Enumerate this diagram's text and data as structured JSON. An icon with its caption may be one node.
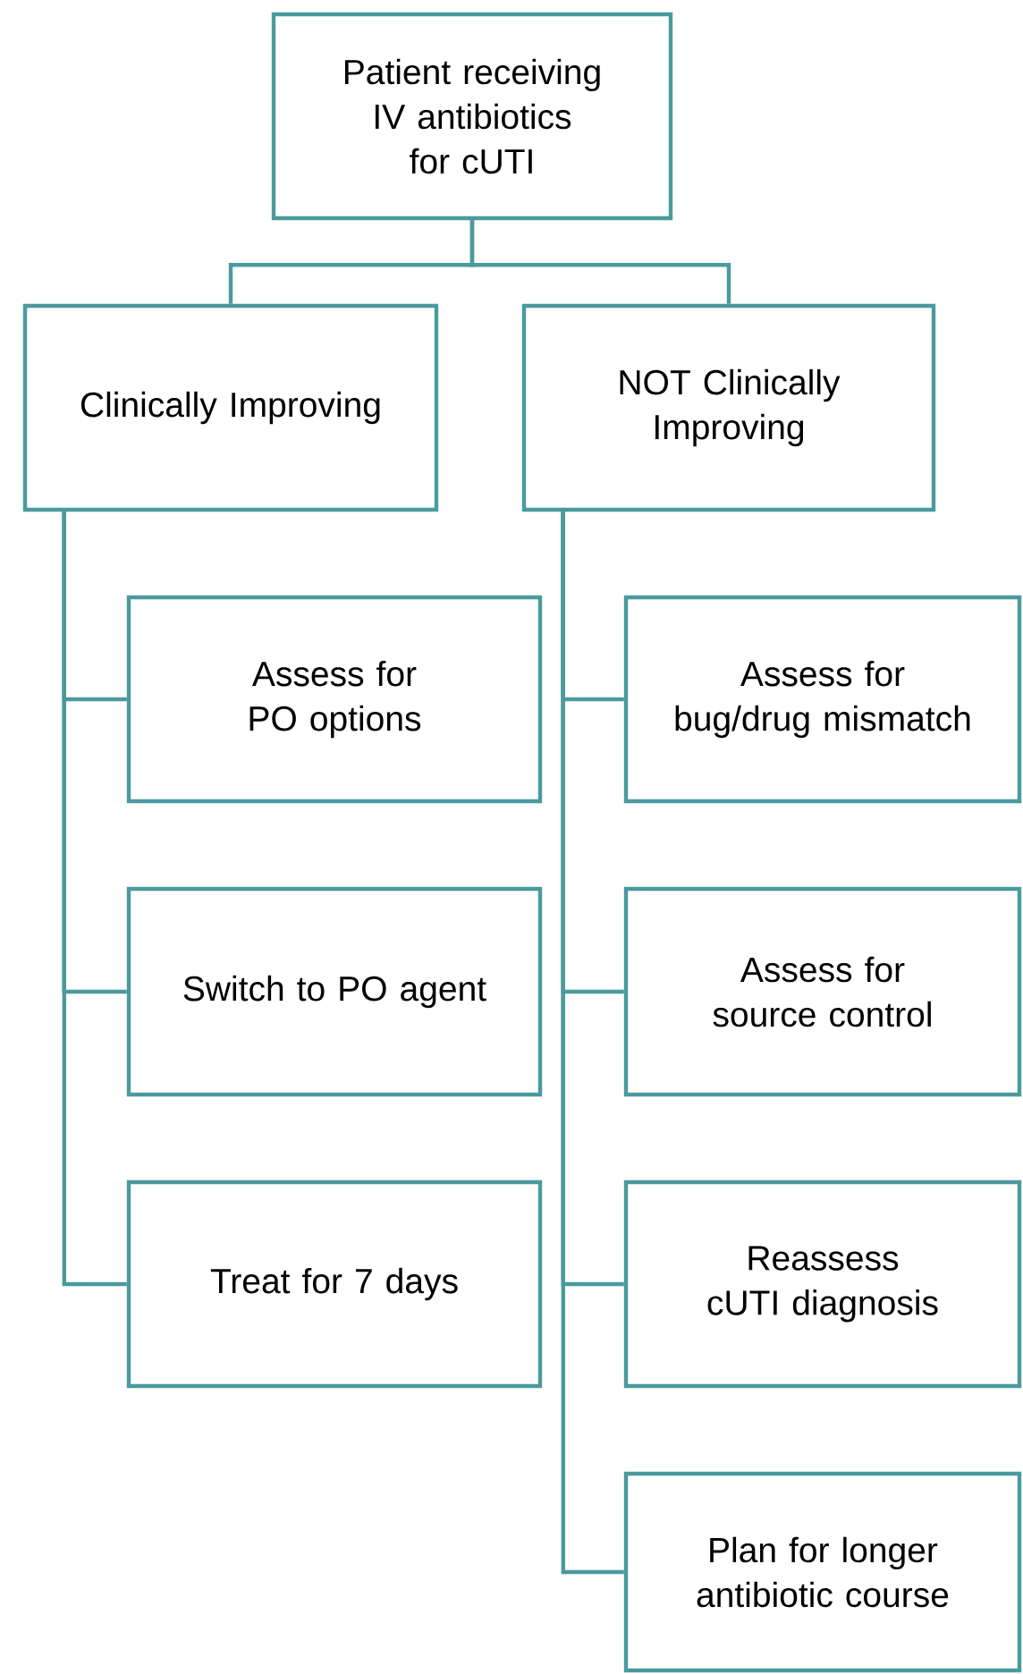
{
  "diagram": {
    "nodes": [
      {
        "text": [
          "Patient receiving IV antibiotics for cUTI"
        ]
      },
      {
        "text": [
          "Clinically Improving"
        ]
      },
      {
        "text": [
          "NOT Clinically Improving"
        ]
      },
      {
        "text": [
          "Assess for PO options"
        ]
      },
      {
        "text": [
          "Switch to PO agent"
        ]
      },
      {
        "text": [
          "Treat for 7 days"
        ]
      },
      {
        "text": [
          "Assess for bug/drug mismatch"
        ]
      },
      {
        "text": [
          "Assess for source control"
        ]
      },
      {
        "text": [
          "Reassess cUTI diagnosis"
        ]
      },
      {
        "text": [
          "Plan for longer antibiotic course"
        ]
      }
    ],
    "edges": [
      {
        "from": 0,
        "to": 1,
        "arrow": "none"
      },
      {
        "from": 0,
        "to": 2,
        "arrow": "none"
      },
      {
        "from": 1,
        "to": 3,
        "arrow": "none"
      },
      {
        "from": 1,
        "to": 4,
        "arrow": "none"
      },
      {
        "from": 1,
        "to": 5,
        "arrow": "none"
      },
      {
        "from": 2,
        "to": 6,
        "arrow": "none"
      },
      {
        "from": 2,
        "to": 7,
        "arrow": "none"
      },
      {
        "from": 2,
        "to": 8,
        "arrow": "none"
      },
      {
        "from": 2,
        "to": 9,
        "arrow": "none"
      }
    ]
  }
}
